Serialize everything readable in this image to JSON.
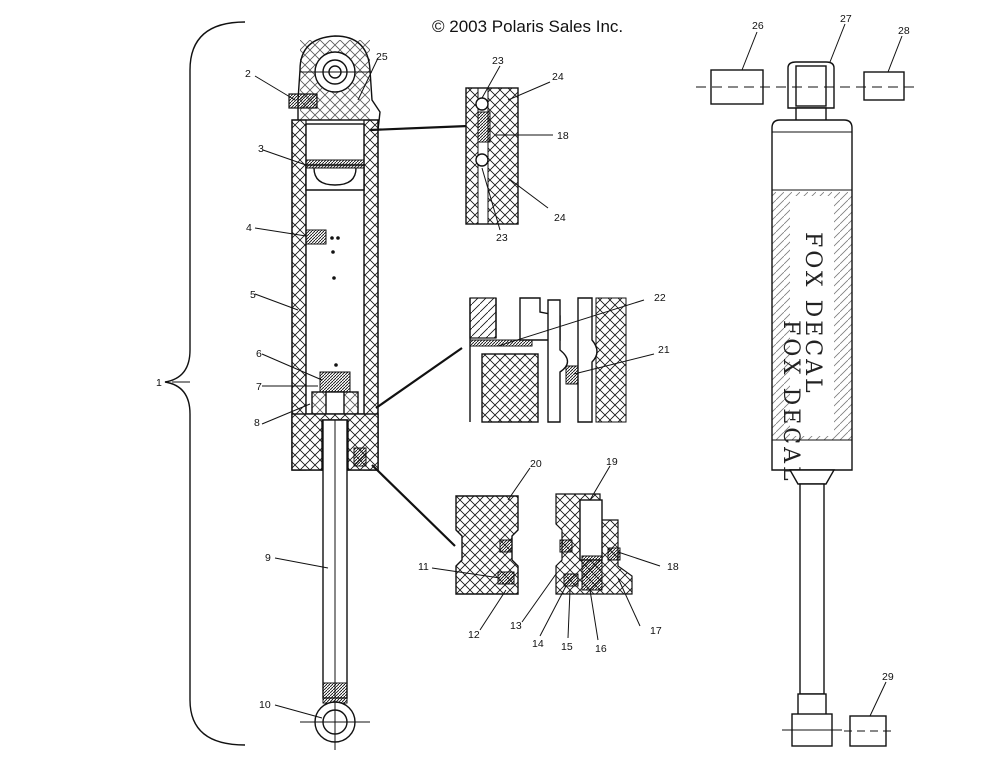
{
  "copyright": "© 2003 Polaris Sales Inc.",
  "decal_text": "FOX DECAL",
  "callouts": [
    "1",
    "2",
    "3",
    "4",
    "5",
    "6",
    "7",
    "8",
    "9",
    "10",
    "11",
    "12",
    "13",
    "14",
    "15",
    "16",
    "17",
    "18",
    "18",
    "19",
    "20",
    "21",
    "22",
    "23",
    "23",
    "24",
    "24",
    "25",
    "26",
    "27",
    "28",
    "29"
  ]
}
